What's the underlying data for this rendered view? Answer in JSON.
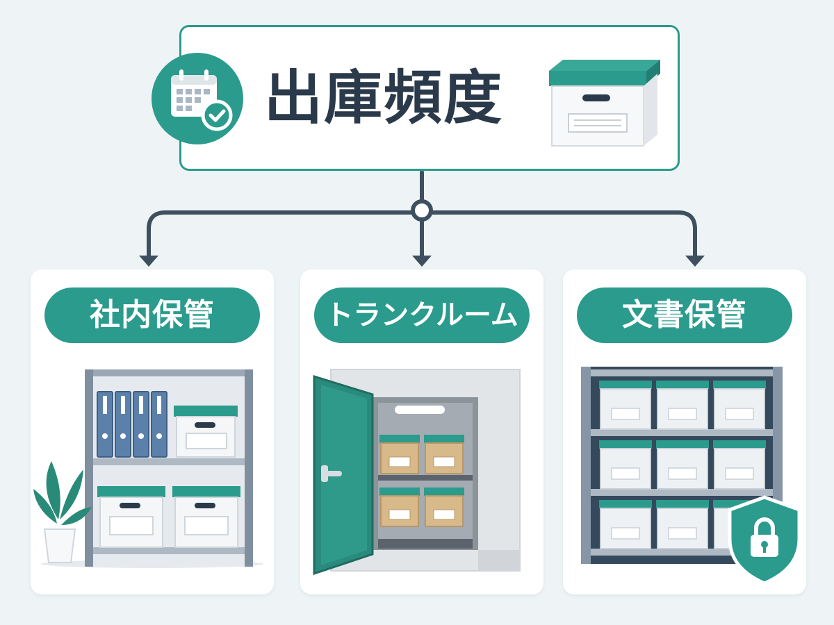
{
  "root": {
    "title": "出庫頻度"
  },
  "categories": [
    {
      "label": "社内保管"
    },
    {
      "label": "トランクルーム"
    },
    {
      "label": "文書保管"
    }
  ],
  "colors": {
    "teal": "#2a9b8c",
    "dark": "#2b3a4a",
    "background": "#eef4f6",
    "connector": "#3e4f5f"
  },
  "icons": [
    "calendar-check-icon",
    "archive-box-icon",
    "shelf-with-binders",
    "plant",
    "storage-room-door",
    "metal-shelf-boxes",
    "shield-lock-icon"
  ]
}
